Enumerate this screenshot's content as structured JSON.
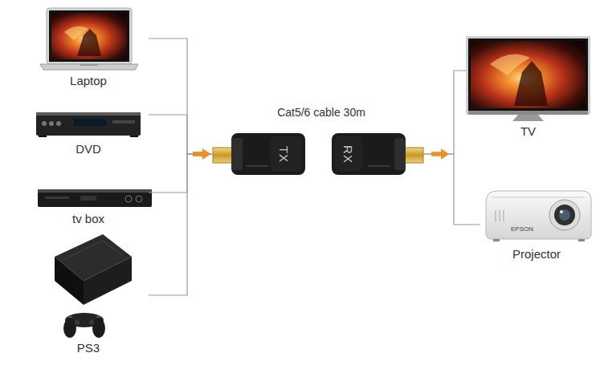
{
  "diagram": {
    "nodes": [
      {
        "text": [
          "Laptop"
        ]
      },
      {
        "text": [
          "DVD"
        ]
      },
      {
        "text": [
          "tv box"
        ]
      },
      {
        "text": [
          "PS3"
        ]
      },
      {
        "text": [
          "TX"
        ]
      },
      {
        "text": [
          "RX"
        ]
      },
      {
        "text": [
          "TV"
        ]
      },
      {
        "text": [
          "Projector"
        ]
      }
    ],
    "edges": [
      {
        "from": 0,
        "to": 4,
        "arrow": "to"
      },
      {
        "from": 1,
        "to": 4,
        "arrow": "to"
      },
      {
        "from": 2,
        "to": 4,
        "arrow": "to"
      },
      {
        "from": 3,
        "to": 4,
        "arrow": "to"
      },
      {
        "from": 5,
        "to": 6,
        "arrow": "to"
      },
      {
        "from": 5,
        "to": 7,
        "arrow": "to"
      }
    ],
    "labels": [
      "Cat5/6 cable 30m",
      "EPSON"
    ]
  }
}
